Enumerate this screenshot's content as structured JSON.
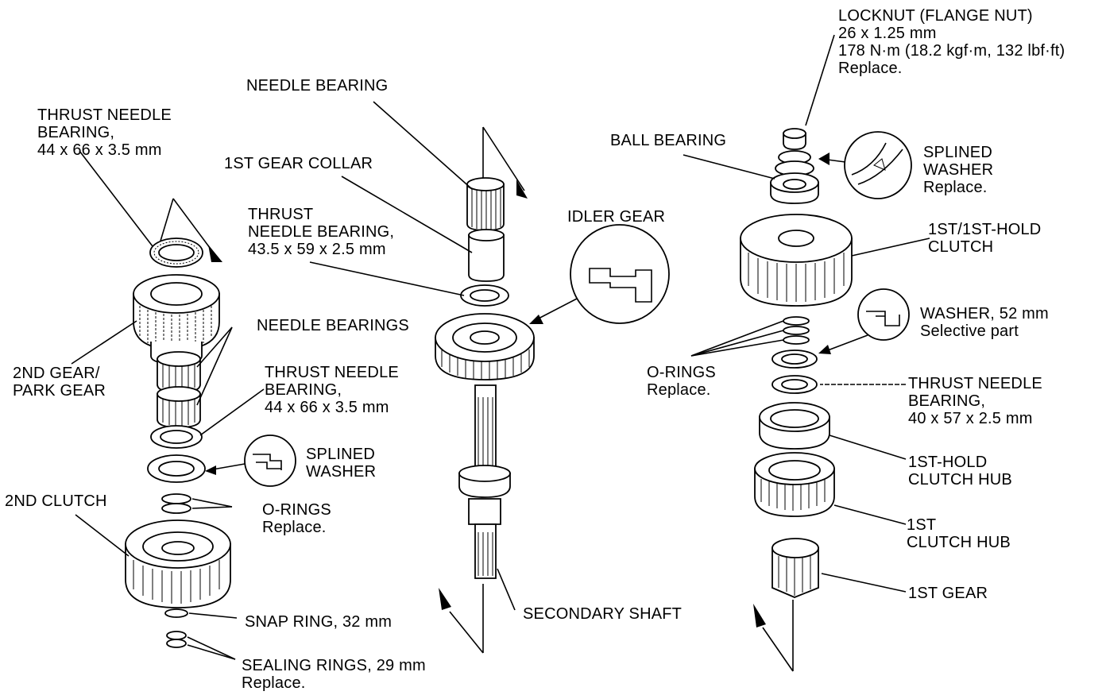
{
  "labels": {
    "thrust_needle_bearing_44a": [
      "THRUST NEEDLE",
      "BEARING,",
      "44 x 66 x 3.5 mm"
    ],
    "needle_bearing": "NEEDLE BEARING",
    "first_gear_collar": "1ST GEAR COLLAR",
    "thrust_needle_bearing_435": [
      "THRUST",
      "NEEDLE BEARING,",
      "43.5 x 59 x 2.5 mm"
    ],
    "idler_gear": "IDLER GEAR",
    "needle_bearings": "NEEDLE BEARINGS",
    "second_gear_park_gear": [
      "2ND GEAR/",
      "PARK GEAR"
    ],
    "thrust_needle_bearing_44b": [
      "THRUST NEEDLE",
      "BEARING,",
      "44 x 66 x 3.5 mm"
    ],
    "splined_washer_left": [
      "SPLINED",
      "WASHER"
    ],
    "second_clutch": "2ND CLUTCH",
    "o_rings_left": [
      "O-RINGS",
      "Replace."
    ],
    "snap_ring": "SNAP RING, 32 mm",
    "sealing_rings": [
      "SEALING RINGS, 29 mm",
      "Replace."
    ],
    "secondary_shaft": "SECONDARY SHAFT",
    "locknut": [
      "LOCKNUT (FLANGE NUT)",
      "26 x 1.25 mm",
      "178 N·m (18.2 kgf·m, 132 lbf·ft)",
      "Replace."
    ],
    "ball_bearing": "BALL BEARING",
    "splined_washer_right": [
      "SPLINED",
      "WASHER",
      "Replace."
    ],
    "first_hold_clutch": [
      "1ST/1ST-HOLD",
      "CLUTCH"
    ],
    "washer_52": [
      "WASHER, 52 mm",
      "Selective part"
    ],
    "o_rings_right": [
      "O-RINGS",
      "Replace."
    ],
    "thrust_needle_bearing_40": [
      "THRUST NEEDLE",
      "BEARING,",
      "40 x 57 x 2.5 mm"
    ],
    "first_hold_clutch_hub": [
      "1ST-HOLD",
      "CLUTCH HUB"
    ],
    "first_clutch_hub": [
      "1ST",
      "CLUTCH HUB"
    ],
    "first_gear": "1ST GEAR"
  }
}
